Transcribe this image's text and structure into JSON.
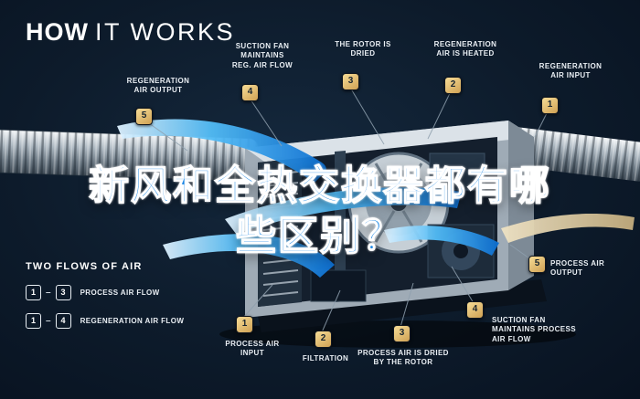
{
  "title": {
    "part1": "HOW",
    "part2": "IT WORKS"
  },
  "headline": {
    "line1": "新风和全热交换器都有哪",
    "line2": "些区别？"
  },
  "callouts_top": [
    {
      "num": "5",
      "label": "REGENERATION AIR OUTPUT"
    },
    {
      "num": "4",
      "label": "SUCTION FAN MAINTAINS REG. AIR FLOW"
    },
    {
      "num": "3",
      "label": "THE ROTOR IS DRIED"
    },
    {
      "num": "2",
      "label": "REGENERATION AIR IS HEATED"
    },
    {
      "num": "1",
      "label": "REGENERATION AIR INPUT"
    }
  ],
  "callout_right": {
    "num": "5",
    "label": "PROCESS AIR OUTPUT"
  },
  "callouts_bottom": [
    {
      "num": "1",
      "label": "PROCESS AIR INPUT"
    },
    {
      "num": "2",
      "label": "FILTRATION"
    },
    {
      "num": "3",
      "label": "PROCESS AIR IS DRIED BY THE ROTOR"
    },
    {
      "num": "4",
      "label": "SUCTION FAN MAINTAINS PROCESS AIR FLOW"
    }
  ],
  "legend": {
    "title": "TWO FLOWS OF AIR",
    "rows": [
      {
        "from": "1",
        "dash": "–",
        "to": "3",
        "label": "PROCESS AIR FLOW"
      },
      {
        "from": "1",
        "dash": "–",
        "to": "4",
        "label": "REGENERATION AIR FLOW"
      }
    ]
  },
  "colors": {
    "background": "#0d1b2b",
    "badge_gold": "#e7c27a",
    "flow_blue": "#2196f3",
    "flow_tan": "#d9c7a0",
    "headline_blue": "#1e88e5"
  }
}
